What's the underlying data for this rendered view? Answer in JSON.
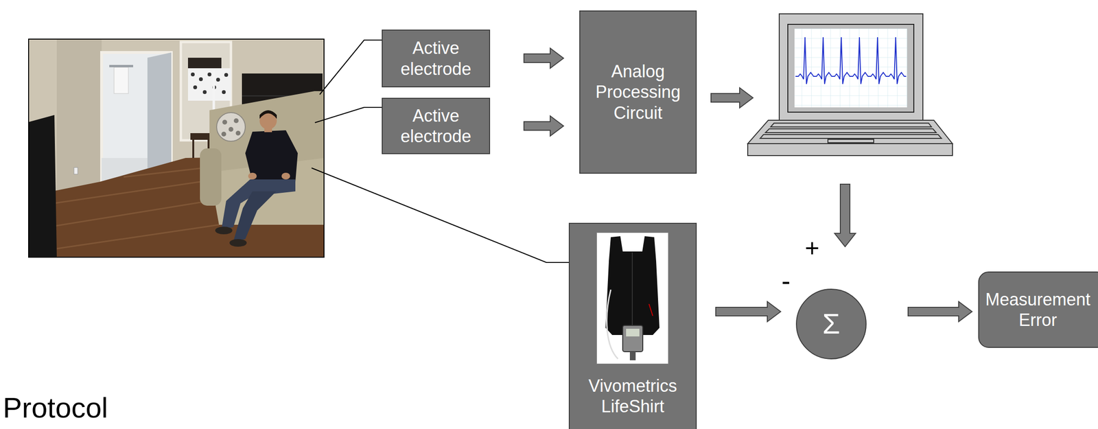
{
  "diagram": {
    "nodes": [
      {
        "text": [
          "Active electrode"
        ]
      },
      {
        "text": [
          "Active electrode"
        ]
      },
      {
        "text": [
          "Analog Processing Circuit"
        ]
      },
      {
        "text": [
          "Vivometrics LifeShirt"
        ]
      },
      {
        "text": [
          "Σ"
        ]
      },
      {
        "text": [
          "Measurement Error"
        ]
      }
    ],
    "edges": [
      {
        "from": 0,
        "to": 2,
        "arrow": "to"
      },
      {
        "from": 1,
        "to": 2,
        "arrow": "to"
      },
      {
        "from": 3,
        "to": 4,
        "arrow": "to"
      },
      {
        "from": 4,
        "to": 5,
        "arrow": "to"
      }
    ],
    "labels": [
      "+",
      "-",
      "Protocol"
    ]
  }
}
